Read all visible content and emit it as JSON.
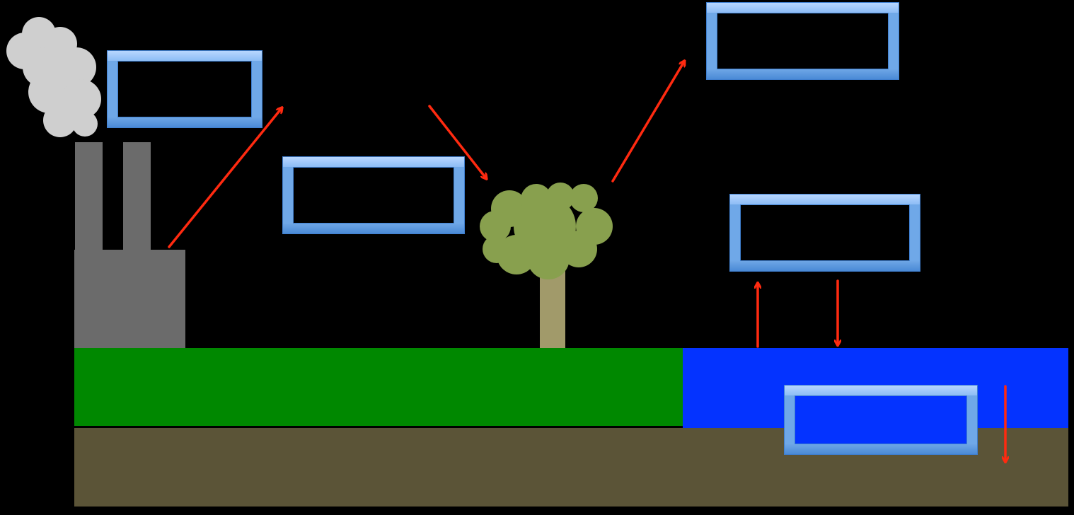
{
  "colors": {
    "background": "#000000",
    "grass": "#008800",
    "water": "#0433ff",
    "soil": "#5b5437",
    "factory": "#6b6b6b",
    "smoke": "#cfcfcf",
    "tree_canopy": "#88a04e",
    "tree_trunk": "#a19a6a",
    "arrow": "#ff2a10",
    "box_border": "#6fa8e8"
  },
  "label_boxes": [
    {
      "id": "factory-emission",
      "text": ""
    },
    {
      "id": "photosynthesis",
      "text": ""
    },
    {
      "id": "atmosphere",
      "text": ""
    },
    {
      "id": "ocean-exchange",
      "text": ""
    },
    {
      "id": "sediment",
      "text": ""
    }
  ],
  "arrows": [
    {
      "id": "factory-to-air",
      "direction": "up-right"
    },
    {
      "id": "air-to-tree",
      "direction": "down-right"
    },
    {
      "id": "tree-to-atmosphere",
      "direction": "up-right"
    },
    {
      "id": "ocean-up",
      "direction": "up"
    },
    {
      "id": "ocean-down",
      "direction": "down"
    },
    {
      "id": "into-sediment",
      "direction": "down"
    }
  ]
}
